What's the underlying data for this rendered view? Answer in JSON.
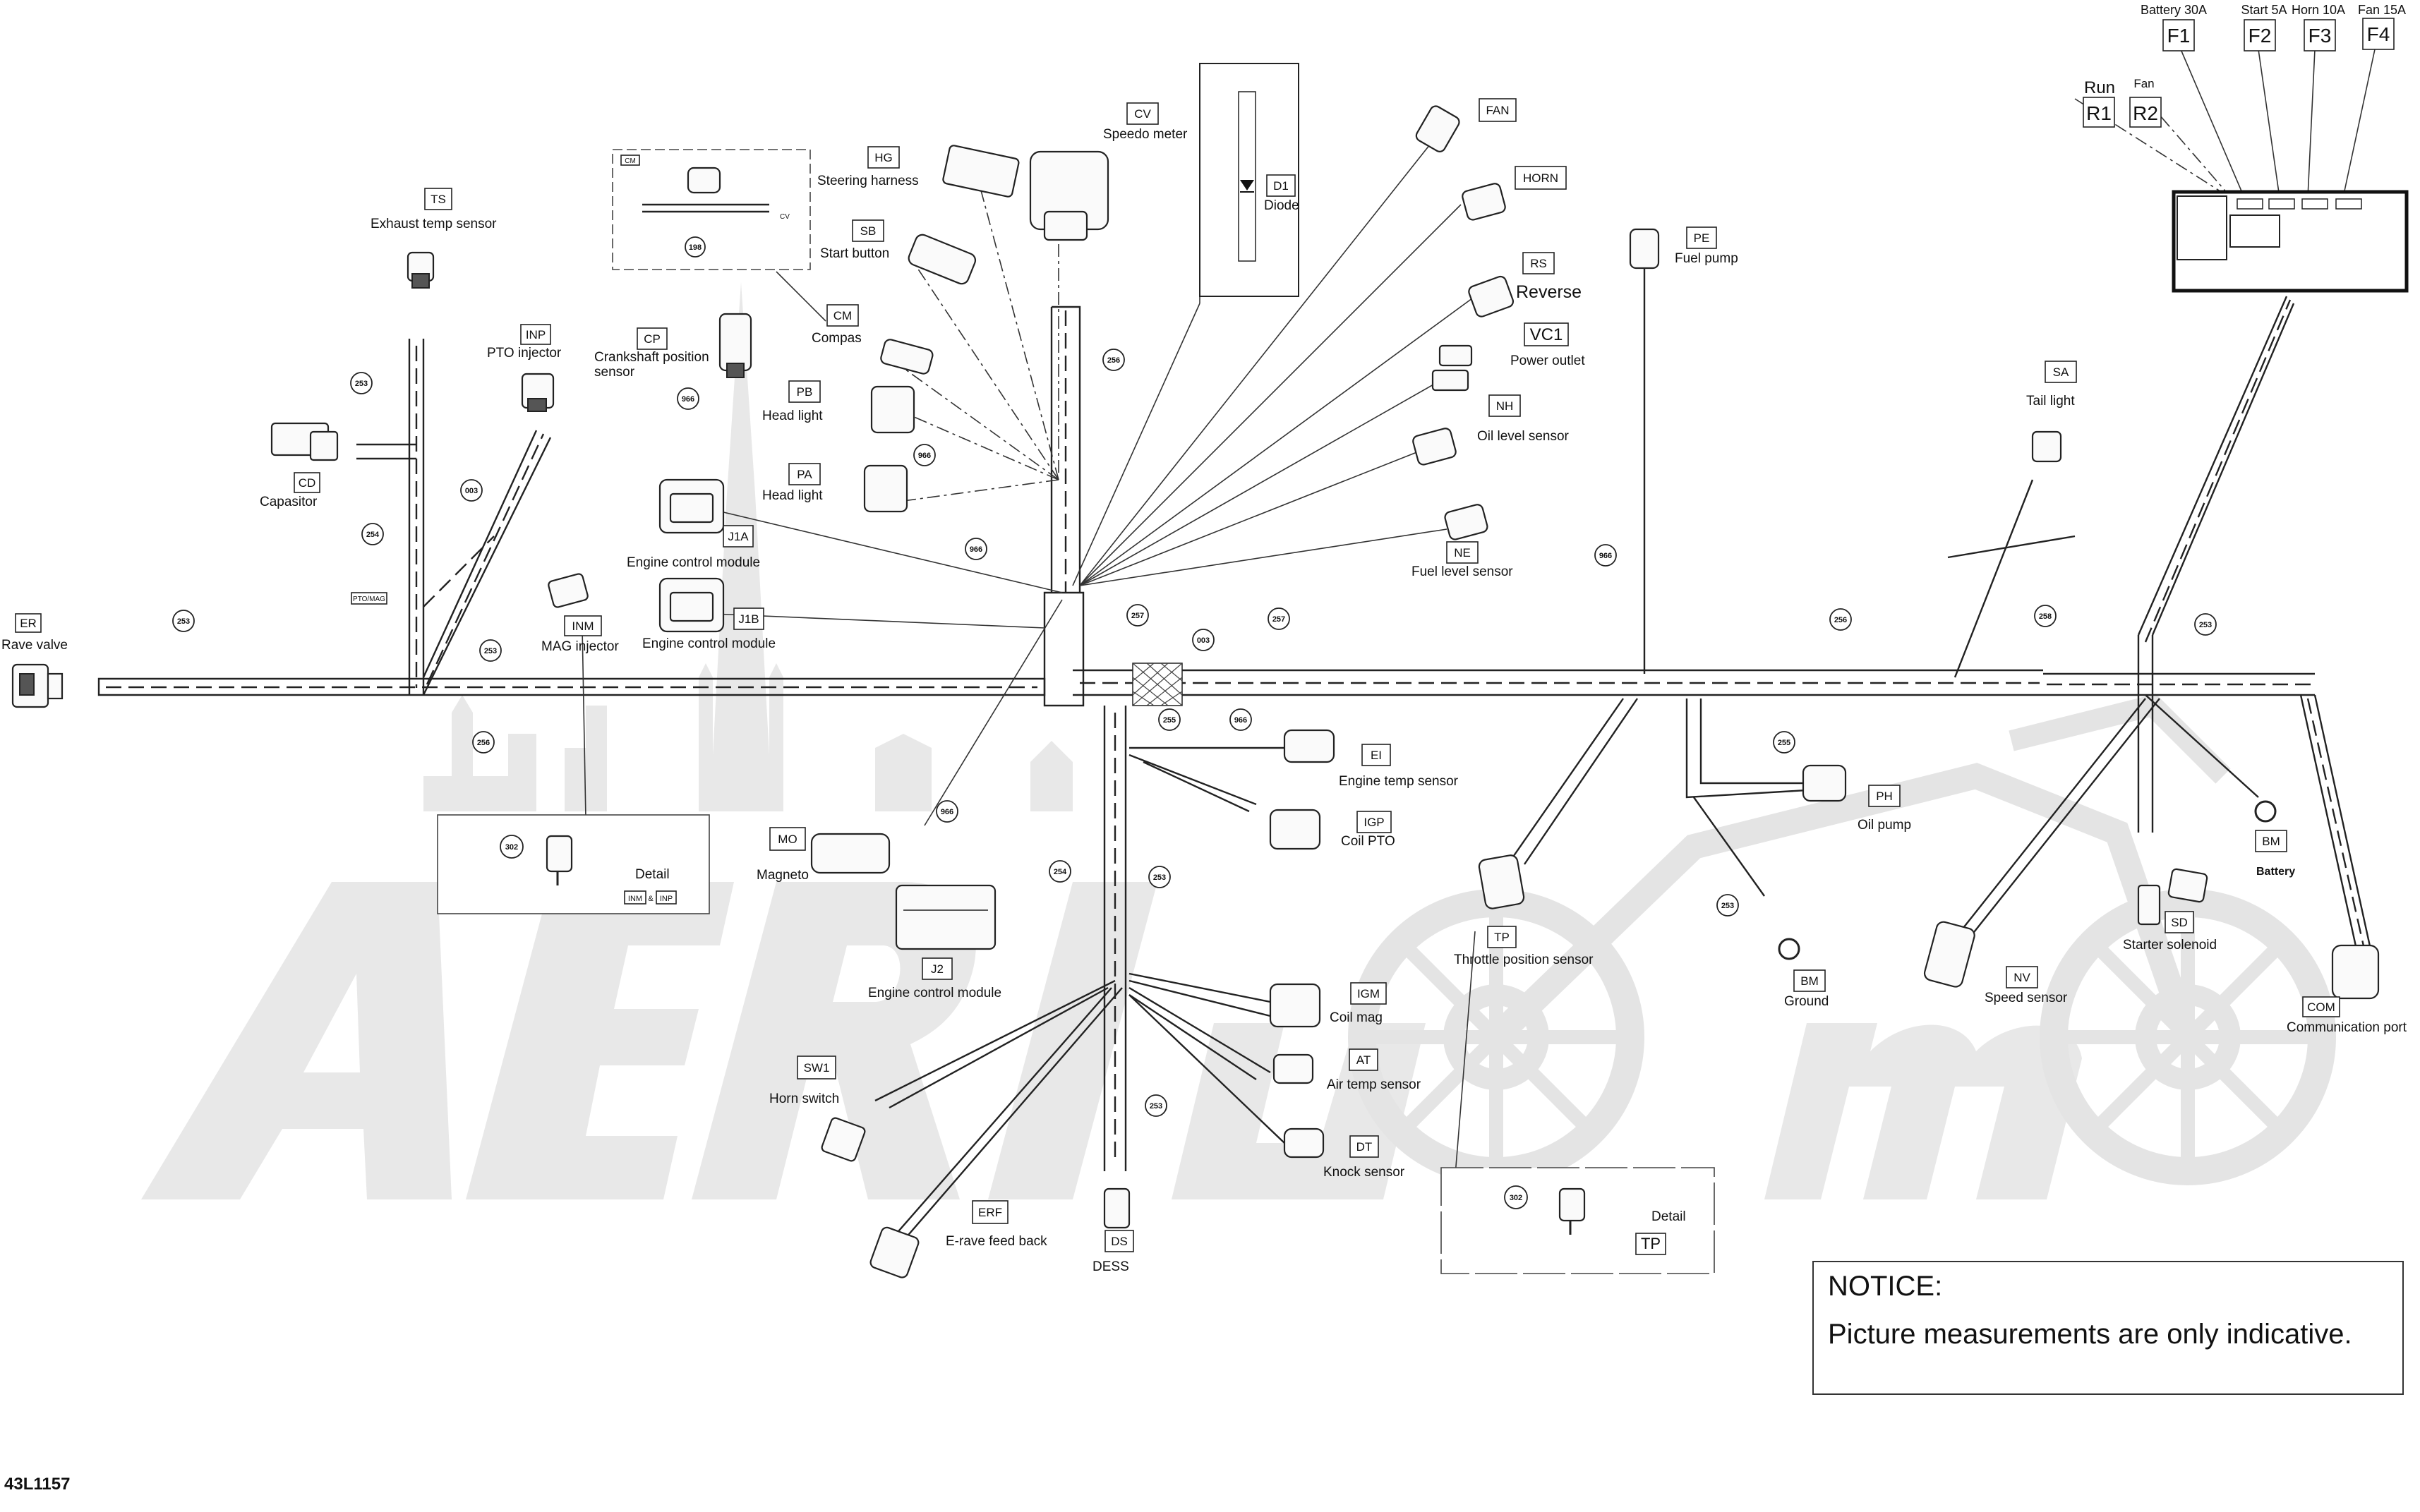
{
  "drawing_number": "43L1157",
  "notice": {
    "title": "NOTICE:",
    "text": "Picture measurements are only indicative."
  },
  "fuse_box": {
    "fuses": [
      {
        "code": "F1",
        "label": "Battery 30A"
      },
      {
        "code": "F2",
        "label": "Start 5A"
      },
      {
        "code": "F3",
        "label": "Horn 10A"
      },
      {
        "code": "F4",
        "label": "Fan 15A"
      }
    ],
    "relays": [
      {
        "code": "R1",
        "label": "Run"
      },
      {
        "code": "R2",
        "label": "Fan"
      }
    ]
  },
  "components": {
    "ER": {
      "code": "ER",
      "label": "Rave valve"
    },
    "TS": {
      "code": "TS",
      "label": "Exhaust temp sensor"
    },
    "CD": {
      "code": "CD",
      "label": "Capasitor"
    },
    "INP": {
      "code": "INP",
      "label": "PTO injector"
    },
    "INM": {
      "code": "INM",
      "label": "MAG injector"
    },
    "CM": {
      "code": "CM",
      "label": "Compas"
    },
    "CP": {
      "code": "CP",
      "label1": "Crankshaft position",
      "label2": "sensor"
    },
    "HG": {
      "code": "HG",
      "label": "Steering harness"
    },
    "SB": {
      "code": "SB",
      "label": "Start button"
    },
    "PB": {
      "code": "PB",
      "label": "Head light"
    },
    "PA": {
      "code": "PA",
      "label": "Head light"
    },
    "J1A": {
      "code": "J1A",
      "label": "Engine control module"
    },
    "J1B": {
      "code": "J1B",
      "label": "Engine control module"
    },
    "CV": {
      "code": "CV",
      "label": "Speedo meter"
    },
    "D1": {
      "code": "D1",
      "label": "Diode"
    },
    "FAN": {
      "code": "FAN"
    },
    "HORN": {
      "code": "HORN"
    },
    "RS": {
      "code": "RS",
      "label": "Reverse"
    },
    "VC1": {
      "code": "VC1",
      "label": "Power outlet"
    },
    "NH": {
      "code": "NH",
      "label": "Oil level sensor"
    },
    "NE": {
      "code": "NE",
      "label": "Fuel level sensor"
    },
    "PE": {
      "code": "PE",
      "label": "Fuel pump"
    },
    "SA": {
      "code": "SA",
      "label": "Tail light"
    },
    "EI": {
      "code": "EI",
      "label": "Engine temp sensor"
    },
    "IGP": {
      "code": "IGP",
      "label": "Coil PTO"
    },
    "MO": {
      "code": "MO",
      "label": "Magneto"
    },
    "J2": {
      "code": "J2",
      "label": "Engine control module"
    },
    "IGM": {
      "code": "IGM",
      "label": "Coil mag"
    },
    "AT": {
      "code": "AT",
      "label": "Air temp sensor"
    },
    "DT": {
      "code": "DT",
      "label": "Knock sensor"
    },
    "SW1": {
      "code": "SW1",
      "label": "Horn switch"
    },
    "ERF": {
      "code": "ERF",
      "label": "E-rave feed back"
    },
    "DS": {
      "code": "DS",
      "label": "DESS"
    },
    "TP": {
      "code": "TP",
      "label": "Throttle position sensor"
    },
    "PH": {
      "code": "PH",
      "label": "Oil pump"
    },
    "BM_GND": {
      "code": "BM",
      "label": "Ground"
    },
    "BM_BAT": {
      "code": "BM",
      "label": "Battery"
    },
    "SD": {
      "code": "SD",
      "label": "Starter solenoid"
    },
    "NV": {
      "code": "NV",
      "label": "Speed sensor"
    },
    "COM": {
      "code": "COM",
      "label": "Communication port"
    }
  },
  "details": {
    "injector": {
      "label": "Detail",
      "callout": "302",
      "tags": [
        "INM",
        "&",
        "INP"
      ]
    },
    "throttle": {
      "label": "Detail",
      "callout": "302",
      "tag": "TP"
    },
    "compas_inset": {
      "tag_cm": "CM",
      "tag_cv": "CV",
      "callout": "198"
    },
    "pto_mark": "PTO/MAG"
  },
  "callouts": [
    "253",
    "254",
    "255",
    "256",
    "257",
    "258",
    "302",
    "003",
    "966",
    "198"
  ]
}
